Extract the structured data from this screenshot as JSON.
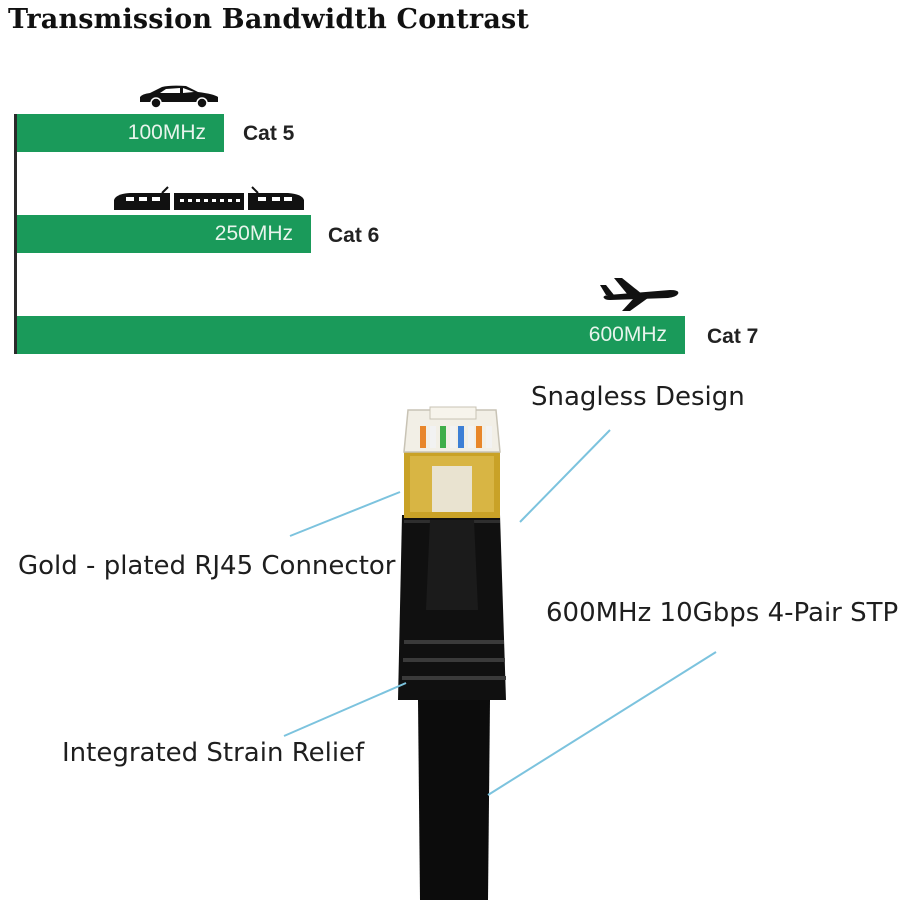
{
  "title": "Transmission Bandwidth Contrast",
  "bars": [
    {
      "value": "100MHz",
      "category": "Cat 5",
      "vehicle": "car-icon"
    },
    {
      "value": "250MHz",
      "category": "Cat 6",
      "vehicle": "train-icon"
    },
    {
      "value": "600MHz",
      "category": "Cat 7",
      "vehicle": "airplane-icon"
    }
  ],
  "callouts": {
    "snagless": "Snagless Design",
    "connector": "Gold - plated RJ45 Connector",
    "stp": "600MHz 10Gbps 4-Pair STP",
    "strain": "Integrated Strain Relief"
  },
  "colors": {
    "bar": "#1a9a5a",
    "leader": "#7cc3de",
    "gold": "#c9a227",
    "cable": "#0c0c0c"
  }
}
